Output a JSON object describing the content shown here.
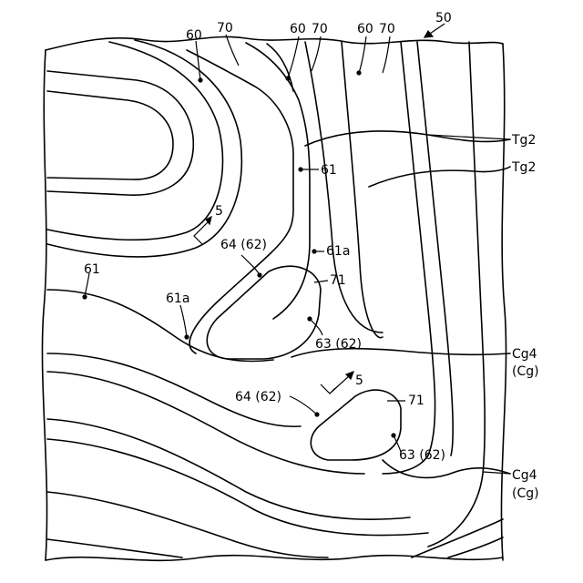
{
  "figure_ref": "50",
  "labels": {
    "l60a": "60",
    "l70a": "70",
    "l60b": "60",
    "l70b": "70",
    "l60c": "60",
    "l70c": "70",
    "tg2a": "Tg2",
    "tg2b": "Tg2",
    "l61top": "61",
    "l61left": "61",
    "l61a_r": "61a",
    "l61a_l": "61a",
    "l5a": "5",
    "l5b": "5",
    "l64a": "64 (62)",
    "l64b": "64 (62)",
    "l71a": "71",
    "l71b": "71",
    "l63a": "63 (62)",
    "l63b": "63 (62)",
    "cg4a": "Cg4",
    "cga": "(Cg)",
    "cg4b": "Cg4",
    "cgb": "(Cg)"
  }
}
